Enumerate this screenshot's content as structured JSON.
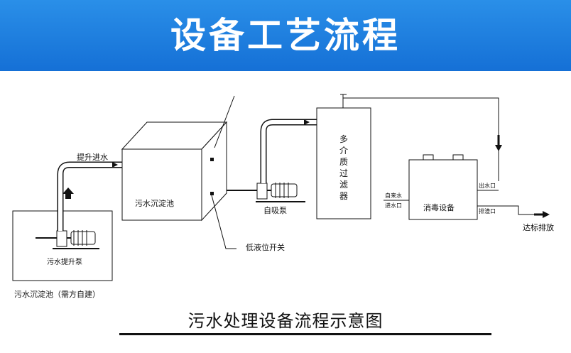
{
  "header": {
    "title": "设备工艺流程"
  },
  "diagram": {
    "labels": {
      "lift_inlet": "提升进水",
      "sump_tank": "污水沉淀池（需方自建）",
      "lift_pump": "污水提升泵",
      "settling_tank": "污水沉淀池",
      "low_level_switch": "低液位开关",
      "self_priming_pump": "自吸泵",
      "multimedia_filter": [
        "多",
        "介",
        "质",
        "过",
        "滤",
        "器"
      ],
      "tap_water_inlet_1": "自来水",
      "tap_water_inlet_2": "进水口",
      "disinfection_equipment": "消毒设备",
      "outlet": "出水口",
      "drain_outlet": "排渣口",
      "discharge": "达标排放"
    },
    "caption": "污水处理设备流程示意图"
  },
  "colors": {
    "banner": "#1a7ee0",
    "line": "#111111",
    "pipe_fill": "#ffffff"
  }
}
